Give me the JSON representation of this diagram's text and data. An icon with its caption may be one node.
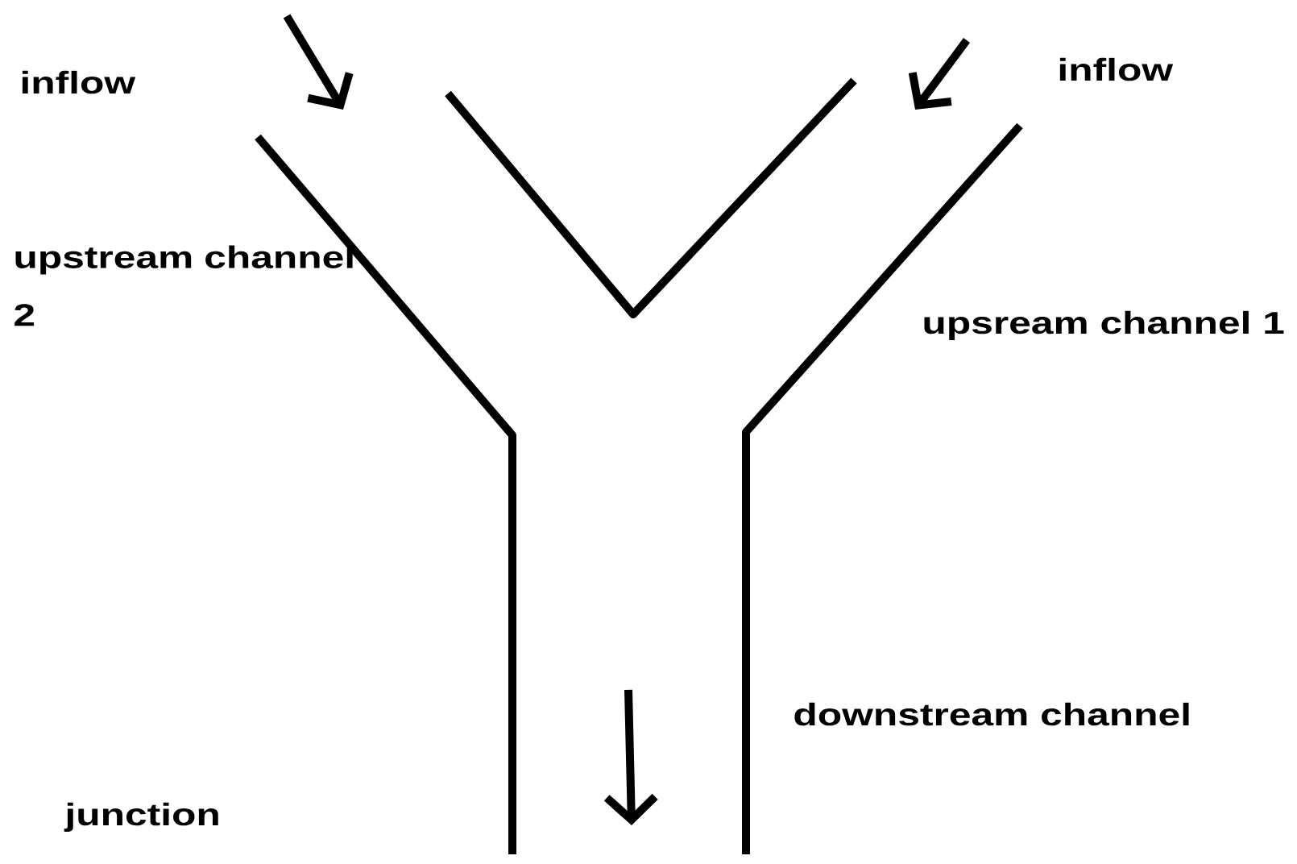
{
  "diagram": {
    "labels": [
      "inflow",
      "inflow",
      "upstream channel 2",
      "upsream channel 1",
      "downstream channel",
      "junction"
    ]
  }
}
